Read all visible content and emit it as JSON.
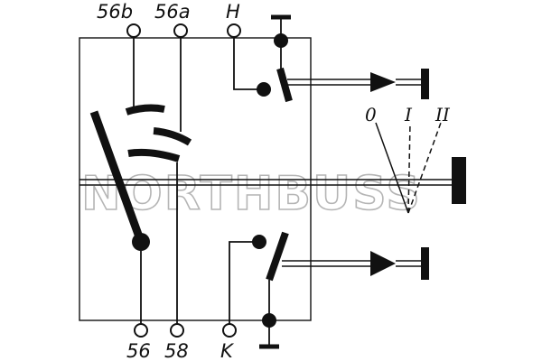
{
  "terminals": {
    "top": [
      "56b",
      "56a",
      "H"
    ],
    "bottom": [
      "56",
      "58",
      "K"
    ]
  },
  "positions": [
    "0",
    "I",
    "II"
  ],
  "watermark": "NORTHBUSS",
  "colors": {
    "ink": "#111111",
    "watermark": "#b5b5b5",
    "background": "#ffffff"
  }
}
